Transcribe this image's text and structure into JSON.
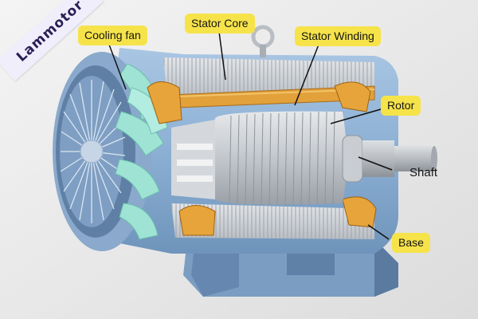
{
  "watermark": "Lammotor",
  "labels": {
    "cooling_fan": "Cooling fan",
    "stator_core": "Stator Core",
    "stator_winding": "Stator Winding",
    "rotor": "Rotor",
    "shaft": "Shaft",
    "base": "Base"
  },
  "colors": {
    "background": "#ececec",
    "label_fill": "#f6e34a",
    "housing": "#8fb3d6",
    "fan": "#9fe3d4",
    "winding": "#e2a13a",
    "rotor": "#c9ccd0",
    "shaft": "#b5b9bf"
  }
}
